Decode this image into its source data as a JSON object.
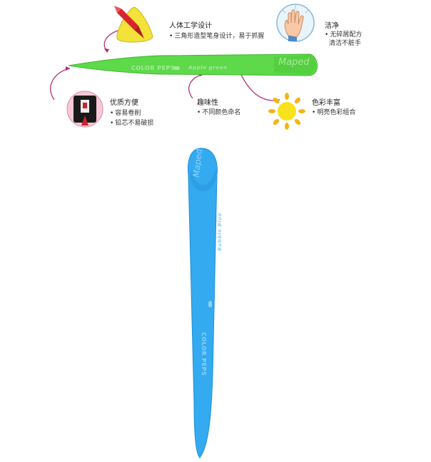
{
  "colors": {
    "green_crayon": "#5ed94a",
    "blue_crayon": "#34aaf0",
    "callout_line": "#b0246e",
    "logo_text": "#a5e89a"
  },
  "features": {
    "ergonomic": {
      "title": "人体工学设计",
      "lines": [
        "三角形造型笔身设计，易于抓握"
      ],
      "icon": "triangle-grip-icon"
    },
    "clean": {
      "title": "洁净",
      "lines": [
        "无碎屑配方",
        "清洁不脏手"
      ],
      "icon": "hand-icon"
    },
    "quality": {
      "title": "优质方便",
      "lines": [
        "容易卷削",
        "铅芯不易破损"
      ],
      "icon": "sharpener-icon"
    },
    "fun": {
      "title": "趣味性",
      "lines": [
        "不同颜色命名"
      ],
      "icon": null
    },
    "colorful": {
      "title": "色彩丰富",
      "lines": [
        "明亮色彩组合"
      ],
      "icon": "sun-icon"
    }
  },
  "green_crayon": {
    "brand": "COLOR PEPS",
    "color_name": "Apple green",
    "logo": "Maped"
  },
  "blue_crayon": {
    "brand": "COLOR PEPS",
    "color_name": "Bubble Blue",
    "logo": "Maped"
  },
  "bullet": "•"
}
